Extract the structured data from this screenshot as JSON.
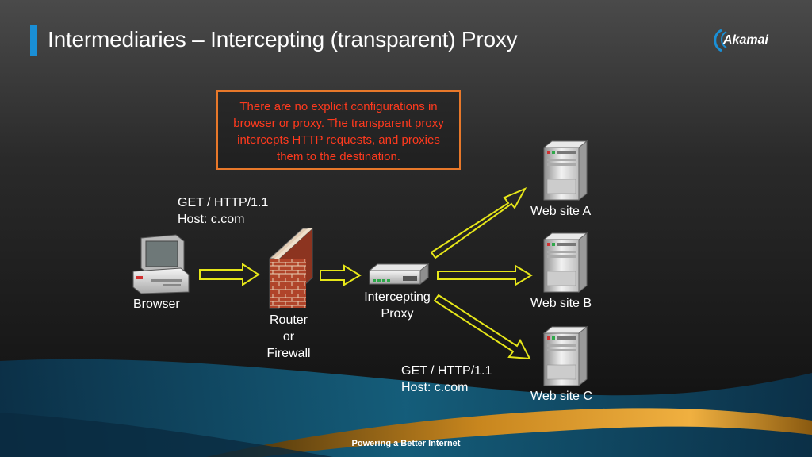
{
  "slide": {
    "title": "Intermediaries – Intercepting (transparent) Proxy",
    "logo_text": "Akamai",
    "footer": "Powering a Better Internet",
    "note": "There are no explicit configurations in browser or proxy. The transparent proxy intercepts HTTP requests, and proxies them to the destination.",
    "colors": {
      "accent": "#1a8fd6",
      "note_border": "#e8782a",
      "note_text": "#ff3a1e",
      "arrow_stroke": "#e6e619"
    }
  },
  "request_top": {
    "line1": "GET / HTTP/1.1",
    "line2": "Host: c.com"
  },
  "request_bottom": {
    "line1": "GET / HTTP/1.1",
    "line2": "Host: c.com"
  },
  "nodes": {
    "browser": {
      "label": "Browser",
      "icon": "desktop-computer-icon"
    },
    "router": {
      "line1": "Router",
      "line2": "or",
      "line3": "Firewall",
      "icon": "brick-firewall-icon"
    },
    "proxy": {
      "line1": "Intercepting",
      "line2": "Proxy",
      "icon": "network-appliance-icon"
    },
    "site_a": {
      "label": "Web site A",
      "icon": "server-tower-icon"
    },
    "site_b": {
      "label": "Web site B",
      "icon": "server-tower-icon"
    },
    "site_c": {
      "label": "Web site C",
      "icon": "server-tower-icon"
    }
  }
}
